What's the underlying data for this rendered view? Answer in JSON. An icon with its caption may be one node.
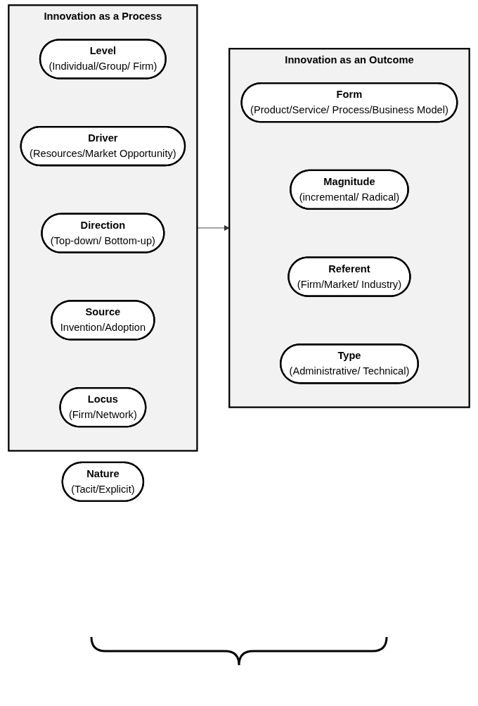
{
  "diagram": {
    "nodes": [
      {
        "text": [
          "Innovation as a Process"
        ]
      },
      {
        "text": [
          "Level",
          "(Individual/Group/ Firm)"
        ],
        "in": 0
      },
      {
        "text": [
          "Driver",
          "(Resources/Market Opportunity)"
        ],
        "in": 0
      },
      {
        "text": [
          "Direction",
          "(Top-down/ Bottom-up)"
        ],
        "in": 0
      },
      {
        "text": [
          "Source",
          "Invention/Adoption"
        ],
        "in": 0
      },
      {
        "text": [
          "Locus",
          "(Firm/Network)"
        ],
        "in": 0
      },
      {
        "text": [
          "Innovation as an Outcome"
        ]
      },
      {
        "text": [
          "Form",
          "(Product/Service/ Process/Business Model)"
        ],
        "in": 6
      },
      {
        "text": [
          "Magnitude",
          "(incremental/ Radical)"
        ],
        "in": 6
      },
      {
        "text": [
          "Referent",
          "(Firm/Market/ Industry)"
        ],
        "in": 6
      },
      {
        "text": [
          "Type",
          "(Administrative/ Technical)"
        ],
        "in": 6
      },
      {
        "text": [
          "Nature",
          "(Tacit/Explicit)"
        ]
      }
    ],
    "edges": [
      {
        "from": 0,
        "to": 6,
        "arrow": "to"
      }
    ]
  }
}
